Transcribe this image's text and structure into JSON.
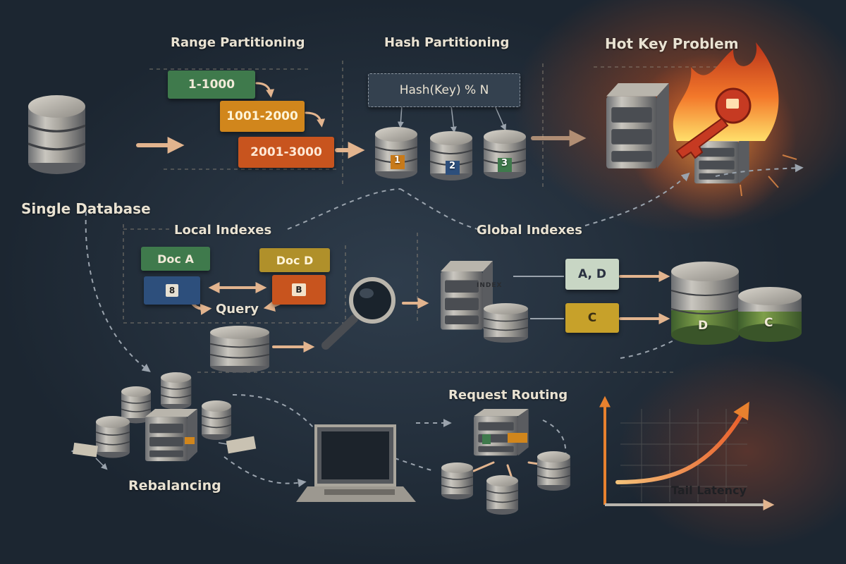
{
  "sections": {
    "single_database": "Single Database",
    "range_partitioning": "Range Partitioning",
    "hash_partitioning": "Hash Partitioning",
    "hot_key_problem": "Hot Key Problem",
    "local_indexes": "Local Indexes",
    "global_indexes": "Global Indexes",
    "rebalancing": "Rebalancing",
    "request_routing": "Request Routing",
    "tail_latency": "Tail Latency"
  },
  "range_boxes": [
    "1-1000",
    "1001-2000",
    "2001-3000"
  ],
  "hash_formula": "Hash(Key) % N",
  "hash_nodes": [
    "1",
    "2",
    "3"
  ],
  "local_index": {
    "doc_a": "Doc A",
    "doc_d": "Doc D",
    "chip_a": "8",
    "chip_b": "B",
    "query": "Query"
  },
  "global_index": {
    "server_label": "INDEX",
    "entry_1": "A, D",
    "entry_2": "C",
    "shard_1": "D",
    "shard_2": "C"
  },
  "colors": {
    "green": "#3f7a4c",
    "orange": "#d1861c",
    "red_orange": "#c8541e",
    "blue": "#2d4f7c",
    "hot": "#e8552a",
    "arrow": "#e2b48e"
  }
}
